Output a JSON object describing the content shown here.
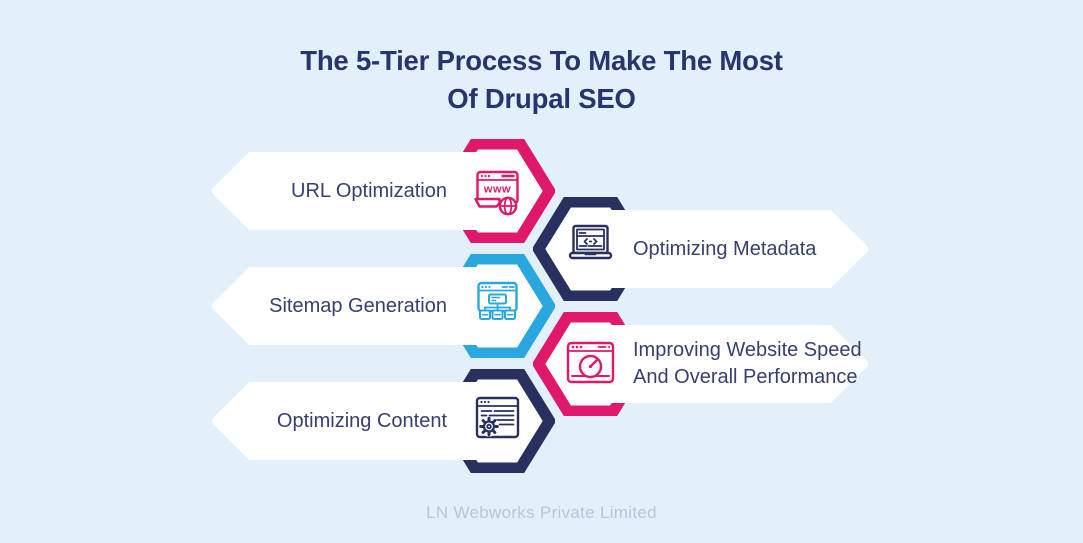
{
  "title": {
    "line1": "The 5-Tier Process To Make The Most",
    "line2": "Of Drupal SEO"
  },
  "tiers": [
    {
      "label": "URL Optimization",
      "icon": "url-browser-globe-icon",
      "icon_text": "www",
      "color": "#e0186a",
      "side": "left"
    },
    {
      "label": "Optimizing Metadata",
      "icon": "laptop-code-icon",
      "color": "#283060",
      "side": "right"
    },
    {
      "label": "Sitemap Generation",
      "icon": "sitemap-tree-icon",
      "color": "#2ba7e0",
      "side": "left"
    },
    {
      "label": "Improving Website Speed And Overall Performance",
      "line1": "Improving Website Speed",
      "line2": "And Overall Performance",
      "icon": "speedometer-icon",
      "color": "#e0186a",
      "side": "right"
    },
    {
      "label": "Optimizing Content",
      "icon": "document-gear-icon",
      "color": "#283060",
      "side": "left"
    }
  ],
  "footer": {
    "text": "LN Webworks Private Limited"
  },
  "colors": {
    "background": "#e2f0fa",
    "pink": "#e0186a",
    "navy": "#283060",
    "blue": "#2ba7e0",
    "banner": "#ffffff",
    "title_text": "#2a336d",
    "label_text": "#363f6e",
    "footer_text": "#b9c6d8"
  }
}
